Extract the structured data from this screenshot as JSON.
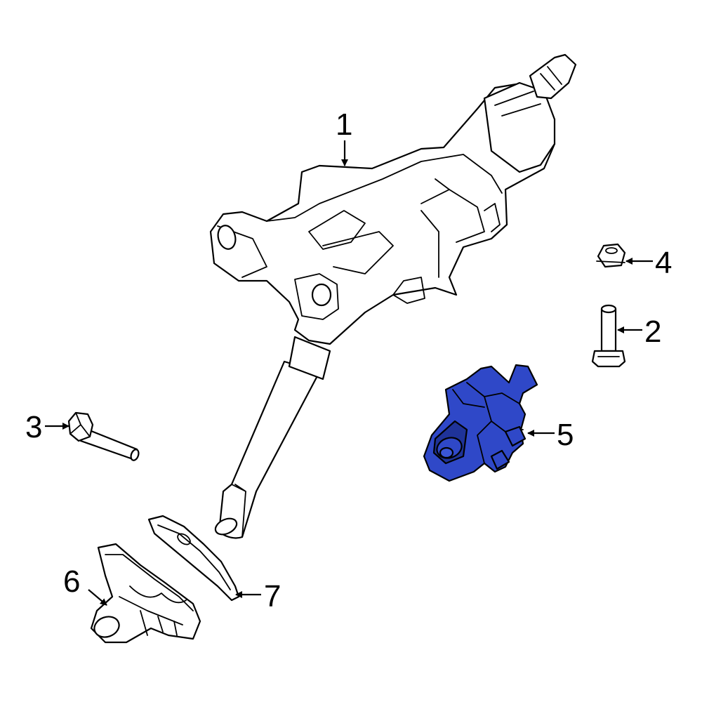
{
  "colors": {
    "highlight": "#2f48c8",
    "highlight_dark": "#1f3399",
    "line": "#000000",
    "background": "#ffffff"
  },
  "callouts": [
    {
      "id": "1",
      "label": "1"
    },
    {
      "id": "2",
      "label": "2"
    },
    {
      "id": "3",
      "label": "3"
    },
    {
      "id": "4",
      "label": "4"
    },
    {
      "id": "5",
      "label": "5"
    },
    {
      "id": "6",
      "label": "6"
    },
    {
      "id": "7",
      "label": "7"
    }
  ]
}
